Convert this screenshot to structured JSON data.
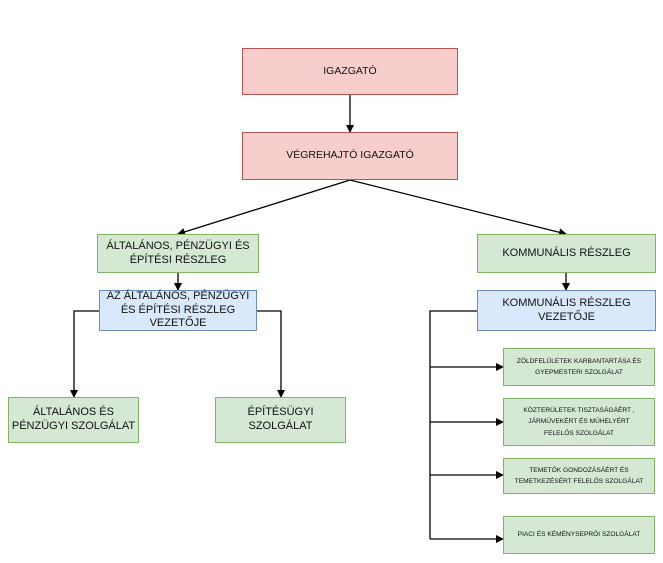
{
  "diagram": {
    "nodes": {
      "director": "IGAZGATÓ",
      "exec_director": "VÉGREHAJTÓ IGAZGATÓ",
      "general_dept": "ÁLTALÁNOS, PÉNZÜGYI ÉS\nÉPÍTÉSI RÉSZLEG",
      "general_head": "AZ ÁLTALÁNOS, PÉNZÜGYI\nÉS ÉPÍTÉSI RÉSZLEG\nVEZETŐJE",
      "general_service": "ÁLTALÁNOS ÉS\nPÉNZÜGYI SZOLGÁLAT",
      "building_service": "ÉPÍTÉSÜGYI\nSZOLGÁLAT",
      "communal_dept": "KOMMUNÁLIS RÉSZLEG",
      "communal_head": "KOMMUNÁLIS RÉSZLEG\nVEZETŐJE",
      "green_service": "ZÖLDFELÜLETEK KARBANTARTÁSA ÉS\nGYEPMESTERI SZOLGÁLAT",
      "public_service": "KÖZTERÜLETEK TISZTASÁGÁÉRT ,\nJÁRMŰVEKÉRT ÉS MŰHELYÉRT\nFELELŐS SZOLGÁLAT",
      "cemetery_service": "TEMETŐK GONDOZÁSÁÉRT ÉS\nTEMETKEZÉSÉRT FELELŐS SZOLGÁLAT",
      "market_service": "PIACI  ÉS KÉMÉNYSEPRŐI SZOLGÁLAT"
    },
    "colors": {
      "red_fill": "#f8cecc",
      "red_stroke": "#b85450",
      "green_fill": "#d5e8d4",
      "green_stroke": "#82b366",
      "blue_fill": "#dae8fc",
      "blue_stroke": "#6c8ebf",
      "edge": "#000000"
    }
  }
}
